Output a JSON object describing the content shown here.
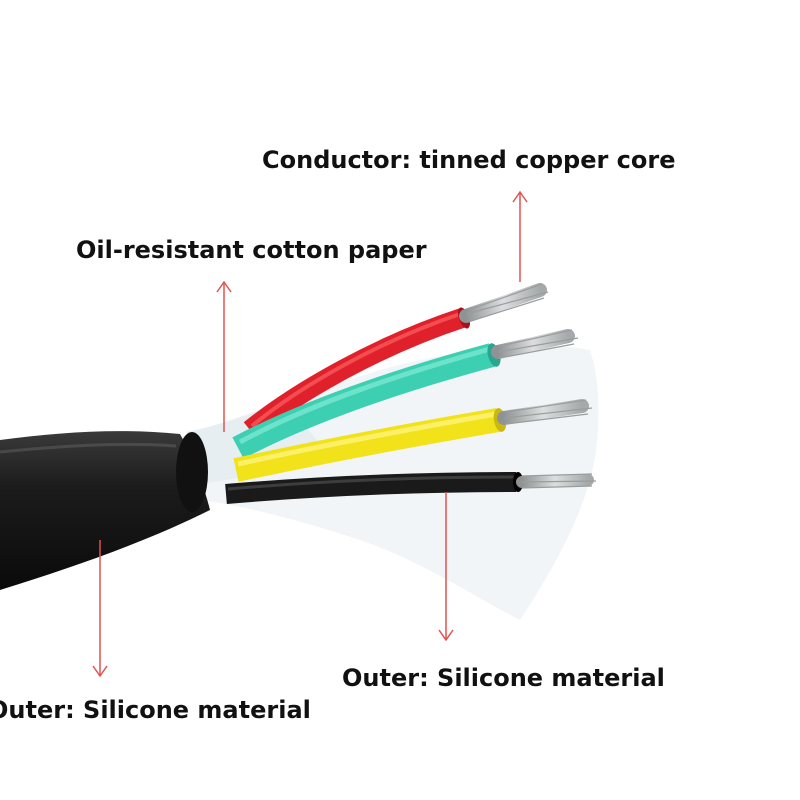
{
  "labels": {
    "conductor": "Conductor: tinned copper core",
    "paper": "Oil-resistant cotton paper",
    "outer_right": "Outer: Silicone material",
    "outer_left": "Outer: Silicone material"
  },
  "colors": {
    "arrow": "#e0534f",
    "jacket": "#1b1b1b",
    "red_wire": "#e0202b",
    "teal_wire": "#3ccfb2",
    "yellow_wire": "#f2e21a",
    "black_wire": "#1a1a1a",
    "copper_strands": "#b9bcbd"
  }
}
